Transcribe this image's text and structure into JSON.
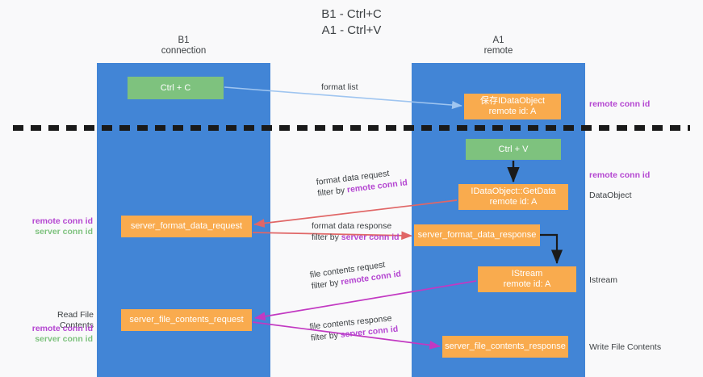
{
  "title": {
    "line1": "B1 - Ctrl+C",
    "line2": "A1 - Ctrl+V"
  },
  "lanes": [
    {
      "id": "b1",
      "name": "B1",
      "role": "connection"
    },
    {
      "id": "a1",
      "name": "A1",
      "role": "remote"
    }
  ],
  "boxes": {
    "ctrl_c": {
      "label": "Ctrl + C",
      "color": "#7ec27e"
    },
    "save_idataobject": {
      "label": "保存IDataObject",
      "sub": "remote id: A",
      "color": "#f9ab4e"
    },
    "ctrl_v": {
      "label": "Ctrl + V",
      "color": "#7ec27e"
    },
    "getdata": {
      "label": "IDataObject::GetData",
      "sub": "remote id: A",
      "color": "#f9ab4e"
    },
    "server_format_data_request": {
      "label": "server_format_data_request",
      "color": "#f9ab4e"
    },
    "server_format_data_response": {
      "label": "server_format_data_response",
      "color": "#f9ab4e"
    },
    "istream": {
      "label": "IStream",
      "sub": "remote id: A",
      "color": "#f9ab4e"
    },
    "server_file_contents_request": {
      "label": "server_file_contents_request",
      "color": "#f9ab4e"
    },
    "server_file_contents_response": {
      "label": "server_file_contents_response",
      "color": "#f9ab4e"
    }
  },
  "edge_labels": {
    "format_list": "format list",
    "format_data_request": "format data request",
    "format_data_request_filter_prefix": "filter by ",
    "format_data_request_filter_key": "remote conn id",
    "format_data_response": "format data response",
    "format_data_response_filter_prefix": "filter by ",
    "format_data_response_filter_key": "server conn id",
    "file_contents_request": "file contents request",
    "file_contents_request_filter_prefix": "filter by ",
    "file_contents_request_filter_key": "remote conn id",
    "file_contents_response": "file contents response",
    "file_contents_response_filter_prefix": "filter by ",
    "file_contents_response_filter_key": "server conn id"
  },
  "side_labels": {
    "right_remote_conn_id_top": "remote conn id",
    "right_remote_conn_id_mid": "remote conn id",
    "right_dataobject": "DataObject",
    "right_istream": "Istream",
    "right_write_file_contents": "Write File Contents",
    "left_remote_conn_id": "remote conn id",
    "left_server_conn_id": "server conn id",
    "left_read_file_contents": "Read File Contents",
    "left_remote_conn_id_2": "remote conn id",
    "left_server_conn_id_2": "server conn id"
  },
  "colors": {
    "lane": "#4285d6",
    "green_box": "#7ec27e",
    "orange_box": "#f9ab4e",
    "pink_text": "#b445d1",
    "green_text": "#7ec27e",
    "arrow_blue": "#9fc5f0",
    "arrow_red": "#e06666",
    "arrow_magenta": "#c239c2",
    "arrow_black": "#1a1a1a",
    "divider": "#1a1a1a",
    "background": "#f9f9fa"
  }
}
